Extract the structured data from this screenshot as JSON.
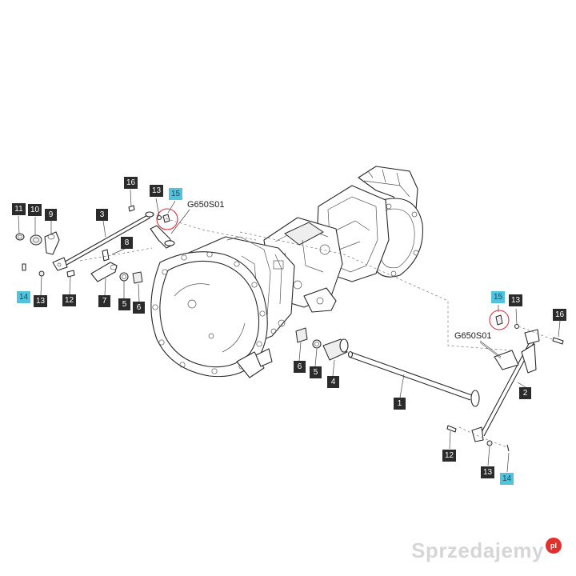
{
  "ref_code": "G650S01",
  "watermark": {
    "text": "Sprzedajemy",
    "badge": "pl"
  },
  "colors": {
    "label_dark": "#2b2b2b",
    "label_cyan": "#52c3dc",
    "highlight_circle": "#d9333f"
  },
  "labels": [
    {
      "text": "16",
      "style": "dark"
    },
    {
      "text": "13",
      "style": "dark"
    },
    {
      "text": "15",
      "style": "cyan"
    },
    {
      "text": "11",
      "style": "dark"
    },
    {
      "text": "10",
      "style": "dark"
    },
    {
      "text": "9",
      "style": "dark"
    },
    {
      "text": "3",
      "style": "dark"
    },
    {
      "text": "8",
      "style": "dark"
    },
    {
      "text": "14",
      "style": "cyan"
    },
    {
      "text": "13",
      "style": "dark"
    },
    {
      "text": "12",
      "style": "dark"
    },
    {
      "text": "7",
      "style": "dark"
    },
    {
      "text": "5",
      "style": "dark"
    },
    {
      "text": "6",
      "style": "dark"
    },
    {
      "text": "6",
      "style": "dark"
    },
    {
      "text": "5",
      "style": "dark"
    },
    {
      "text": "4",
      "style": "dark"
    },
    {
      "text": "1",
      "style": "dark"
    },
    {
      "text": "15",
      "style": "cyan"
    },
    {
      "text": "13",
      "style": "dark"
    },
    {
      "text": "16",
      "style": "dark"
    },
    {
      "text": "2",
      "style": "dark"
    },
    {
      "text": "12",
      "style": "dark"
    },
    {
      "text": "13",
      "style": "dark"
    },
    {
      "text": "14",
      "style": "cyan"
    }
  ]
}
